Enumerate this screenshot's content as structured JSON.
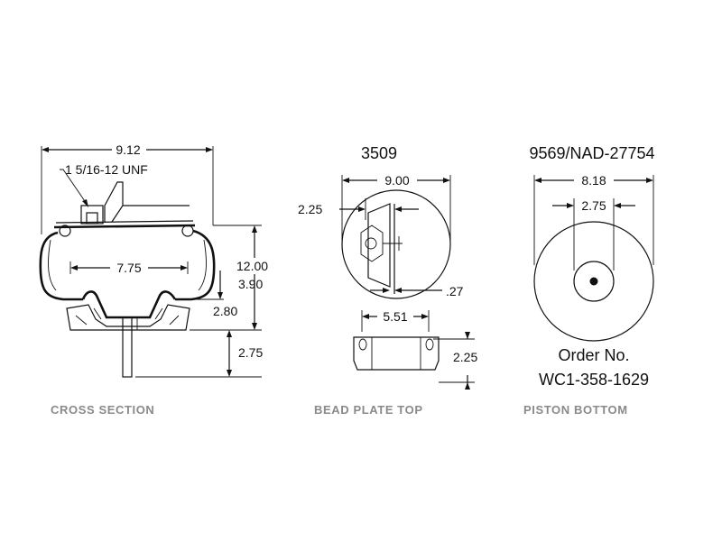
{
  "cross_section": {
    "caption": "CROSS SECTION",
    "width_overall": "9.12",
    "thread_note": "1 5/16-12 UNF",
    "inner_width": "7.75",
    "height_total": "12.00",
    "height_mid": "3.90",
    "height_lower": "2.80",
    "stud_length": "2.75"
  },
  "bead_plate": {
    "caption": "BEAD PLATE TOP",
    "part_number": "3509",
    "diameter": "9.00",
    "offset": "2.25",
    "edge": ".27",
    "bracket_width": "5.51",
    "bracket_height": "2.25"
  },
  "piston": {
    "caption": "PISTON BOTTOM",
    "part_number": "9569/NAD-27754",
    "diameter": "8.18",
    "center_diameter": "2.75",
    "order_label": "Order No.",
    "order_number": "WC1-358-1629"
  }
}
